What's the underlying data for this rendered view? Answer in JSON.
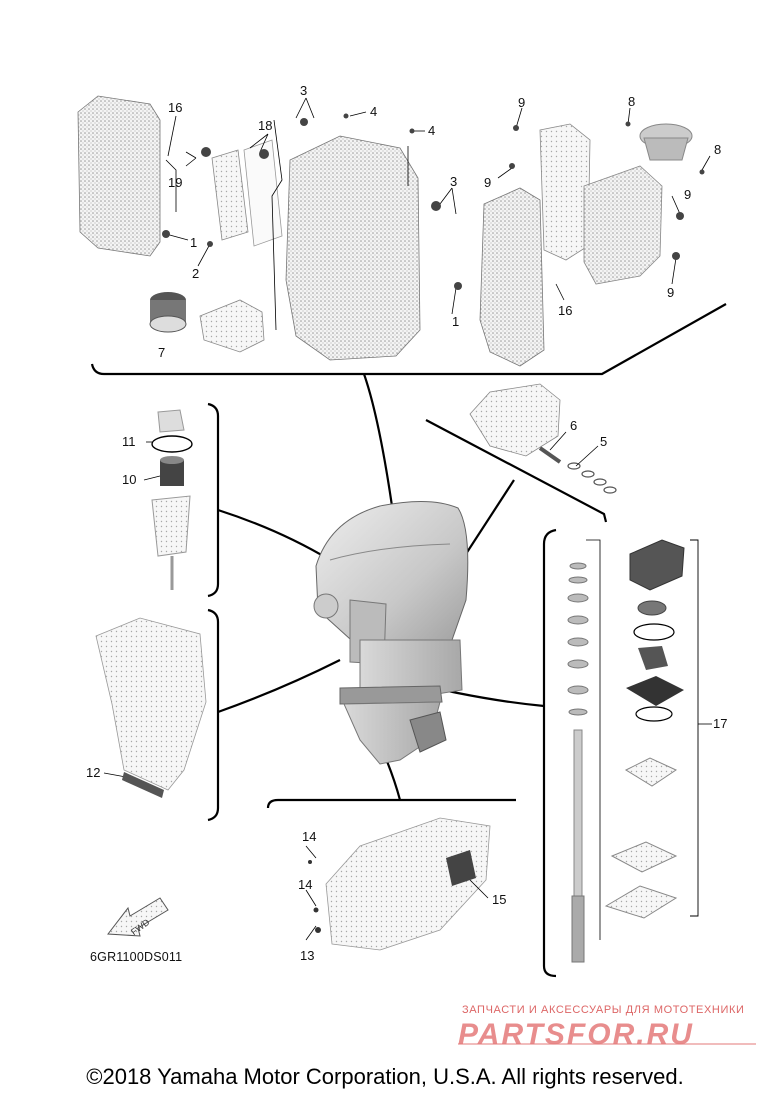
{
  "callouts": [
    {
      "id": "c16a",
      "text": "16"
    },
    {
      "id": "c19",
      "text": "19"
    },
    {
      "id": "c18",
      "text": "18"
    },
    {
      "id": "c3a",
      "text": "3"
    },
    {
      "id": "c4a",
      "text": "4"
    },
    {
      "id": "c4b",
      "text": "4"
    },
    {
      "id": "c3b",
      "text": "3"
    },
    {
      "id": "c1a",
      "text": "1"
    },
    {
      "id": "c2",
      "text": "2"
    },
    {
      "id": "c7",
      "text": "7"
    },
    {
      "id": "c9a",
      "text": "9"
    },
    {
      "id": "c9b",
      "text": "9"
    },
    {
      "id": "c8a",
      "text": "8"
    },
    {
      "id": "c8b",
      "text": "8"
    },
    {
      "id": "c9c",
      "text": "9"
    },
    {
      "id": "c9d",
      "text": "9"
    },
    {
      "id": "c1b",
      "text": "1"
    },
    {
      "id": "c16b",
      "text": "16"
    },
    {
      "id": "c6",
      "text": "6"
    },
    {
      "id": "c5",
      "text": "5"
    },
    {
      "id": "c11",
      "text": "11"
    },
    {
      "id": "c10",
      "text": "10"
    },
    {
      "id": "c12",
      "text": "12"
    },
    {
      "id": "c17",
      "text": "17"
    },
    {
      "id": "c14a",
      "text": "14"
    },
    {
      "id": "c14b",
      "text": "14"
    },
    {
      "id": "c15",
      "text": "15"
    },
    {
      "id": "c13",
      "text": "13"
    }
  ],
  "fwd_label": "FWD",
  "diagram_code": "6GR1100DS011",
  "watermark": {
    "subtitle": "ЗАПЧАСТИ И АКСЕССУАРЫ ДЛЯ МОТОТЕХНИКИ",
    "logo": "PARTSFOR.RU"
  },
  "copyright": "©2018 Yamaha Motor Corporation, U.S.A. All rights reserved."
}
